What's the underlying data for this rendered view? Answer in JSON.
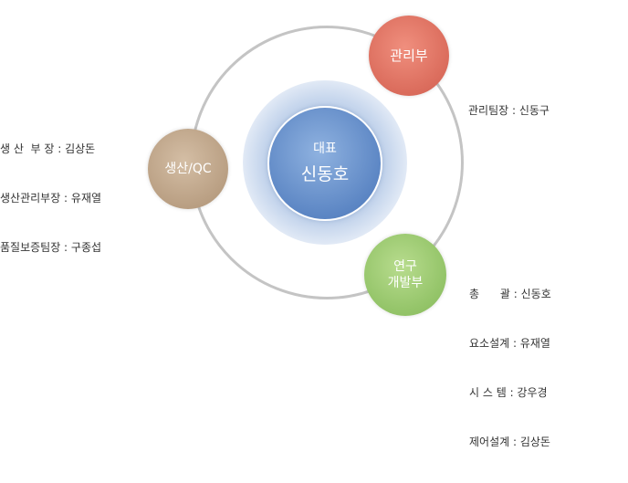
{
  "center": {
    "line1": "대표",
    "line2": "신동호"
  },
  "nodes": {
    "admin": {
      "label": "관리부"
    },
    "production": {
      "label": "생산/QC"
    },
    "rnd": {
      "line1": "연구",
      "line2": "개발부"
    }
  },
  "info": {
    "admin": [
      "관리팀장 : 신동구"
    ],
    "production": [
      "생 산  부 장 : 김상돈",
      "생산관리부장 : 유재열",
      "품질보증팀장 : 구종섭"
    ],
    "rnd": [
      "총      괄 : 신동호",
      "요소설계 : 유재열",
      "시 스 템 : 강우경",
      "제어설계 : 김상돈"
    ]
  },
  "colors": {
    "orbit": "#c4c4c4",
    "center": "#5c86c4",
    "admin": "#dc6e5e",
    "production": "#bba185",
    "rnd": "#95c56a"
  }
}
